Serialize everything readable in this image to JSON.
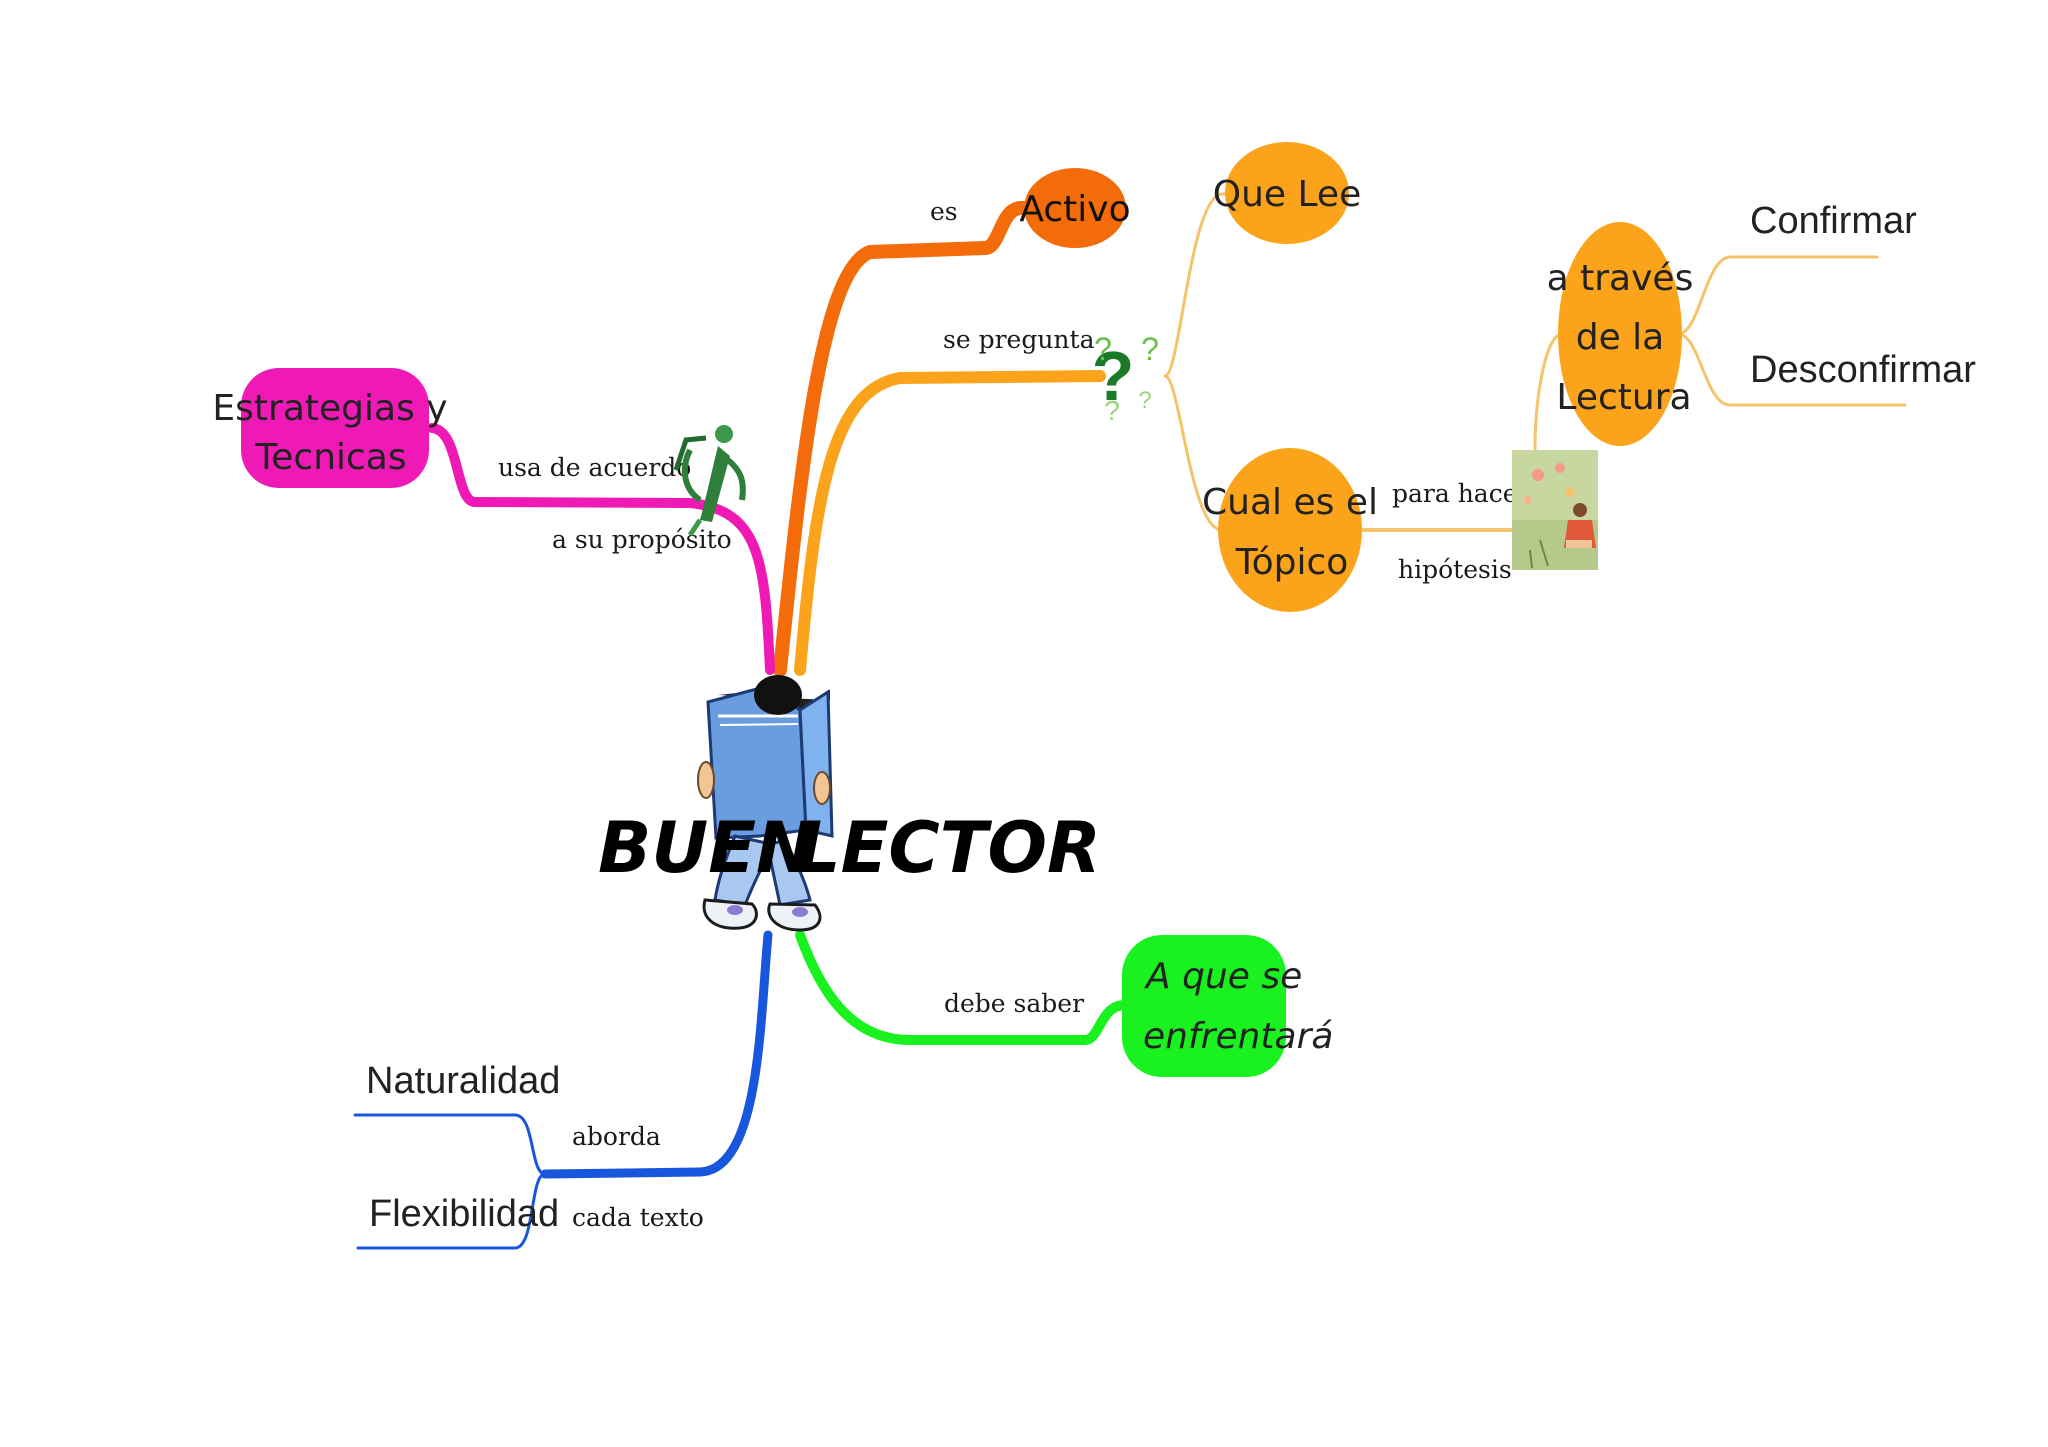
{
  "center": {
    "label_left": "BUEN",
    "label_right": "LECTOR"
  },
  "colors": {
    "activo": "#f46b0a",
    "pregunta": "#fba31b",
    "estrategias": "#ef1ab6",
    "green": "#19f21e",
    "blue": "#1857dd",
    "thin_orange": "#f5c46a"
  },
  "branches": {
    "activo": {
      "link": "es",
      "node": "Activo"
    },
    "pregunta": {
      "link": "se pregunta",
      "node_que": "Que Lee",
      "node_topico_1": "Cual es el",
      "node_topico_2": "Tópico"
    },
    "hipotesis": {
      "link_1": "para hacer",
      "link_2": "hipótesis"
    },
    "lectura": {
      "line_1": "a través",
      "line_2": "de la",
      "line_3": "Lectura",
      "leaf_1": "Confirmar",
      "leaf_2": "Desconfirmar"
    },
    "estrategias": {
      "node_1": "Estrategias y",
      "node_2": "Tecnicas",
      "link_1": "usa de acuerdo",
      "link_2": "a su propósito"
    },
    "enfrentara": {
      "link": "debe saber",
      "node_1": "A que se",
      "node_2": "enfrentará"
    },
    "aborda": {
      "link_1": "aborda",
      "link_2": "cada texto",
      "leaf_1": "Naturalidad",
      "leaf_2": "Flexibilidad"
    }
  }
}
